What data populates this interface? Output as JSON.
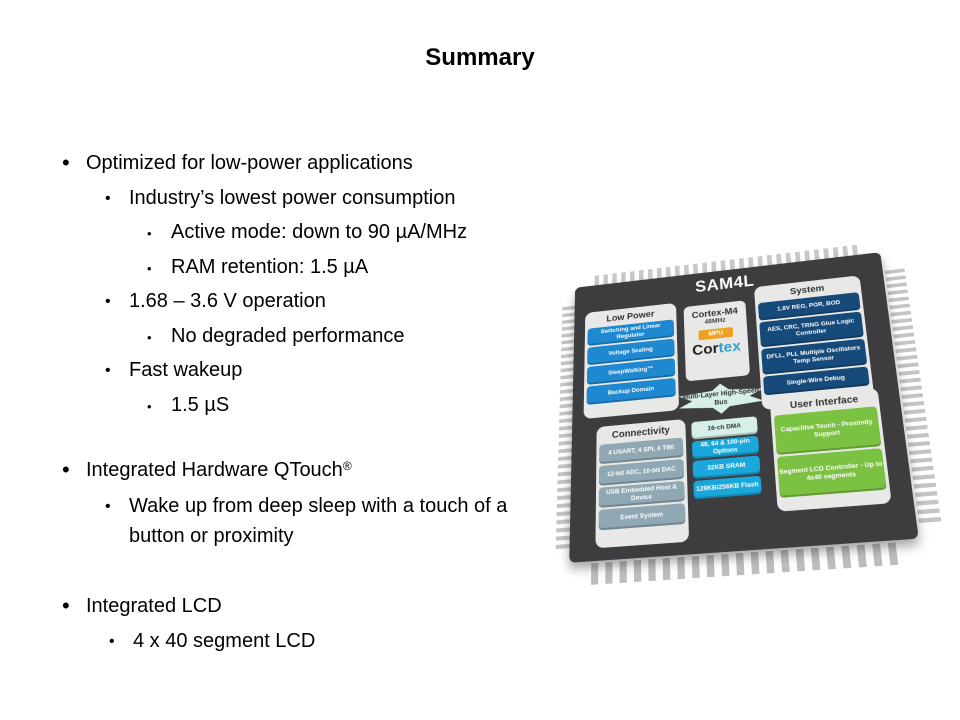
{
  "slide": {
    "title": "Summary",
    "bullets": [
      {
        "level": 1,
        "text": "Optimized for low-power applications"
      },
      {
        "level": 2,
        "text": "Industry’s lowest power consumption"
      },
      {
        "level": 3,
        "text": "Active mode: down to 90 µA/MHz"
      },
      {
        "level": 3,
        "text": "RAM retention: 1.5 µA"
      },
      {
        "level": 2,
        "text": "1.68 – 3.6 V operation"
      },
      {
        "level": 3,
        "text": "No degraded performance"
      },
      {
        "level": 2,
        "text": "Fast wakeup"
      },
      {
        "level": 3,
        "text": "1.5 µS"
      },
      {
        "level": 1,
        "text": "Integrated Hardware QTouch",
        "sup": "®"
      },
      {
        "level": 2,
        "text": "Wake up from deep sleep with a touch of a button or proximity"
      },
      {
        "level": 1,
        "text": "Integrated LCD"
      },
      {
        "level": 2,
        "text": "4 x 40 segment LCD"
      }
    ],
    "bullet_glyph": "•"
  },
  "chip": {
    "name": "SAM4L",
    "low_power": {
      "title": "Low Power",
      "items": [
        "Switching and Linear Regulator",
        "Voltage Scaling",
        "SleepWalking™",
        "Backup Domain"
      ]
    },
    "core": {
      "name": "Cortex-M4",
      "freq": "48MHz",
      "mpu": "MPU",
      "logo_a": "Cor",
      "logo_b": "tex"
    },
    "system": {
      "title": "System",
      "items": [
        "1.8V REG, POR, BOD",
        "AES, CRC, TRNG Glue Logic Controller",
        "DFLL, PLL Multiple Oscillators Temp Sensor",
        "Single-Wire Debug"
      ]
    },
    "bus": "Multi-Layer High-Speed Bus",
    "connectivity": {
      "title": "Connectivity",
      "items": [
        "4 USART, 4 SPI, 4 TWI",
        "12-bit ADC, 10-bit DAC",
        "USB Embedded Host & Device",
        "Event System"
      ]
    },
    "memory": [
      "16-ch DMA",
      "48, 64 & 100-pin Options",
      "32KB SRAM",
      "128KB/256KB Flash"
    ],
    "user_interface": {
      "title": "User Interface",
      "items": [
        "Capacitive Touch - Proximity Support",
        "Segment LCD Controller - Up to 4x40 segments"
      ]
    }
  }
}
